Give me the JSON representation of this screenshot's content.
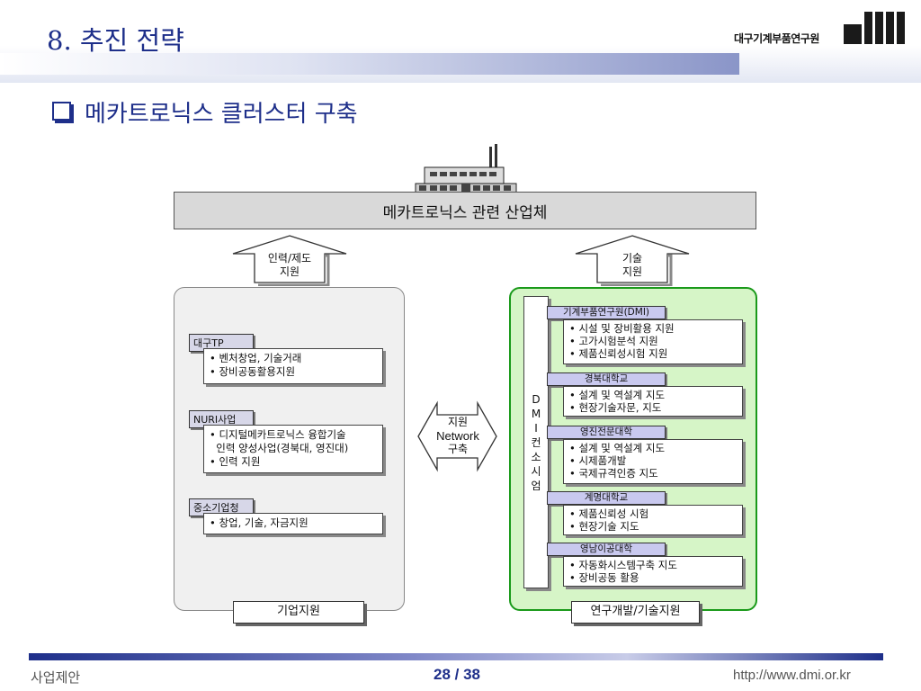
{
  "header": {
    "title": "8. 추진 전략",
    "logo_text": "대구기계부품연구원"
  },
  "section": {
    "title": "메카트로닉스 클러스터 구축"
  },
  "diagram": {
    "industry_label": "메카트로닉스 관련 산업체",
    "arrow_left": [
      "인력/제도",
      "지원"
    ],
    "arrow_right": [
      "기술",
      "지원"
    ],
    "network": [
      "지원",
      "Network",
      "구축"
    ],
    "left_panel": {
      "groups": [
        {
          "tab": "대구TP",
          "lines": [
            "• 벤처창업, 기술거래",
            "• 장비공동활용지원"
          ]
        },
        {
          "tab": "NURI사업",
          "lines": [
            "• 디지털메카트로닉스 융합기술",
            "  인력 양성사업(경북대, 영진대)",
            "• 인력 지원"
          ]
        },
        {
          "tab": "중소기업청",
          "lines": [
            "• 창업, 기술, 자금지원"
          ]
        }
      ],
      "bottom_label": "기업지원"
    },
    "right_panel": {
      "vertical_label": [
        "D",
        "M",
        "I",
        "컨",
        "소",
        "시",
        "엄"
      ],
      "groups": [
        {
          "tab": "기계부품연구원(DMI)",
          "lines": [
            "• 시설 및 장비활용 지원",
            "• 고가시험분석 지원",
            "• 제품신뢰성시험 지원"
          ]
        },
        {
          "tab": "경북대학교",
          "lines": [
            "• 설계 및 역설계 지도",
            "• 현장기술자문, 지도"
          ]
        },
        {
          "tab": "영진전문대학",
          "lines": [
            "• 설계 및 역설계 지도",
            "• 시제품개발",
            "• 국제규격인증 지도"
          ]
        },
        {
          "tab": "계명대학교",
          "lines": [
            "• 제품신뢰성 시험",
            "• 현장기술 지도"
          ]
        },
        {
          "tab": "영남이공대학",
          "lines": [
            "• 자동화시스템구축 지도",
            "• 장비공동 활용"
          ]
        }
      ],
      "bottom_label": "연구개발/기술지원"
    }
  },
  "footer": {
    "left": "사업제안",
    "page": "28 / 38",
    "url": "http://www.dmi.or.kr"
  },
  "colors": {
    "title_blue": "#1e2f8a",
    "right_panel_fill": "#d6f5c7",
    "right_panel_border": "#1a9a1a",
    "industry_fill": "#d9d9d9"
  }
}
